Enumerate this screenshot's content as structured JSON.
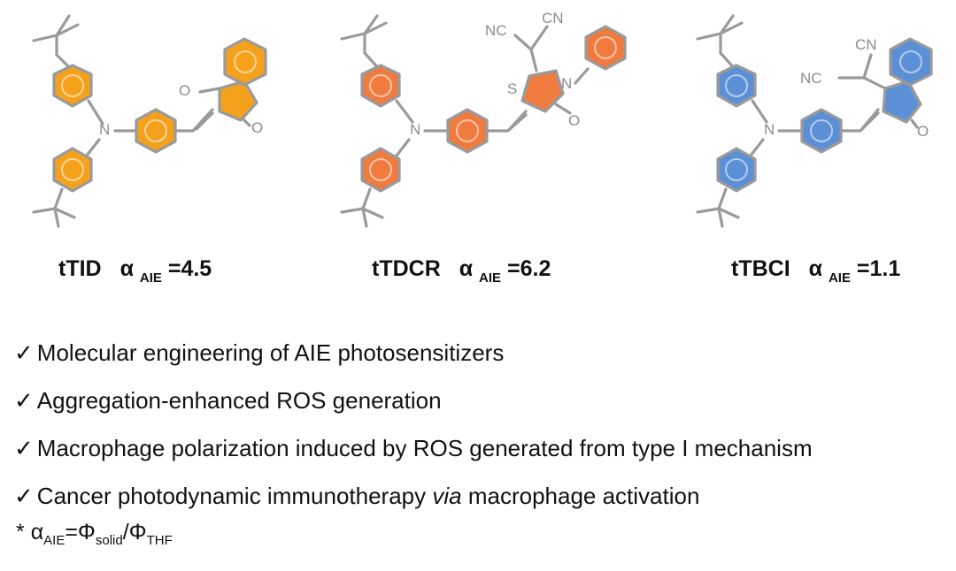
{
  "compounds": [
    {
      "name": "tTID",
      "alpha_label": "α",
      "alpha_sub": "AIE",
      "value_text": "=4.5",
      "color": "#f5a11c"
    },
    {
      "name": "tTDCR",
      "alpha_label": "α",
      "alpha_sub": "AIE",
      "value_text": "=6.2",
      "color": "#f07b3f"
    },
    {
      "name": "tTBCI",
      "alpha_label": "α",
      "alpha_sub": "AIE",
      "value_text": "=1.1",
      "color": "#5b8fd6"
    }
  ],
  "atoms": {
    "N": "N",
    "O": "O",
    "S": "S",
    "NC": "NC",
    "CN": "CN"
  },
  "bullets": {
    "check": "✓",
    "b1": "Molecular engineering of AIE photosensitizers",
    "b2": "Aggregation-enhanced ROS generation",
    "b3": "Macrophage polarization induced by ROS generated from type I mechanism",
    "b4_pre": "Cancer photodynamic immunotherapy ",
    "b4_em": "via",
    "b4_post": " macrophage activation"
  },
  "footnote": {
    "star": "* ",
    "alpha": "α",
    "alpha_sub": "AIE",
    "eq": "=Φ",
    "phi_sub1": "solid",
    "slash": "/Φ",
    "phi_sub2": "THF"
  }
}
